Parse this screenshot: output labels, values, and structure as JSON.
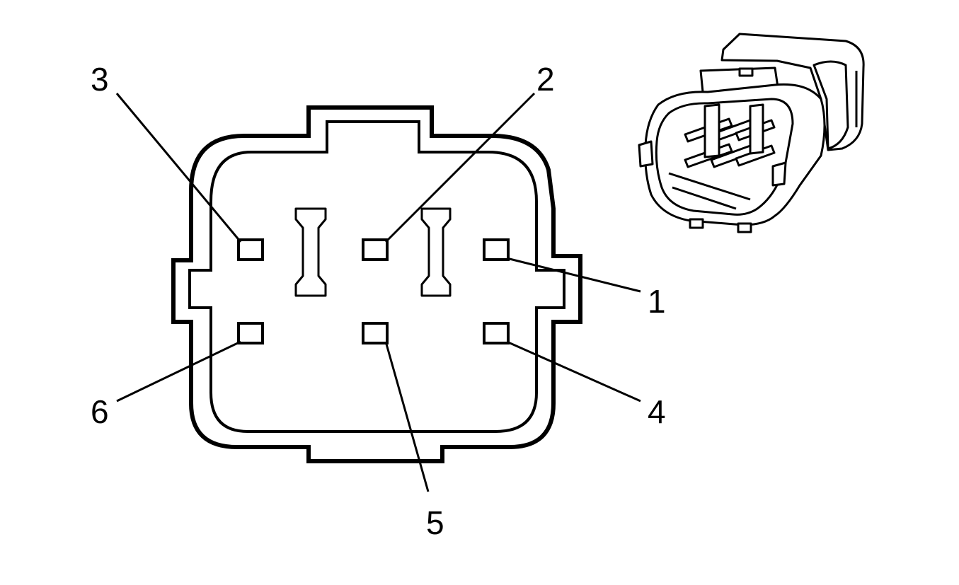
{
  "pins": [
    {
      "id": "1",
      "label": "1"
    },
    {
      "id": "2",
      "label": "2"
    },
    {
      "id": "3",
      "label": "3"
    },
    {
      "id": "4",
      "label": "4"
    },
    {
      "id": "5",
      "label": "5"
    },
    {
      "id": "6",
      "label": "6"
    }
  ],
  "colors": {
    "line": "#000000",
    "background": "#ffffff"
  }
}
